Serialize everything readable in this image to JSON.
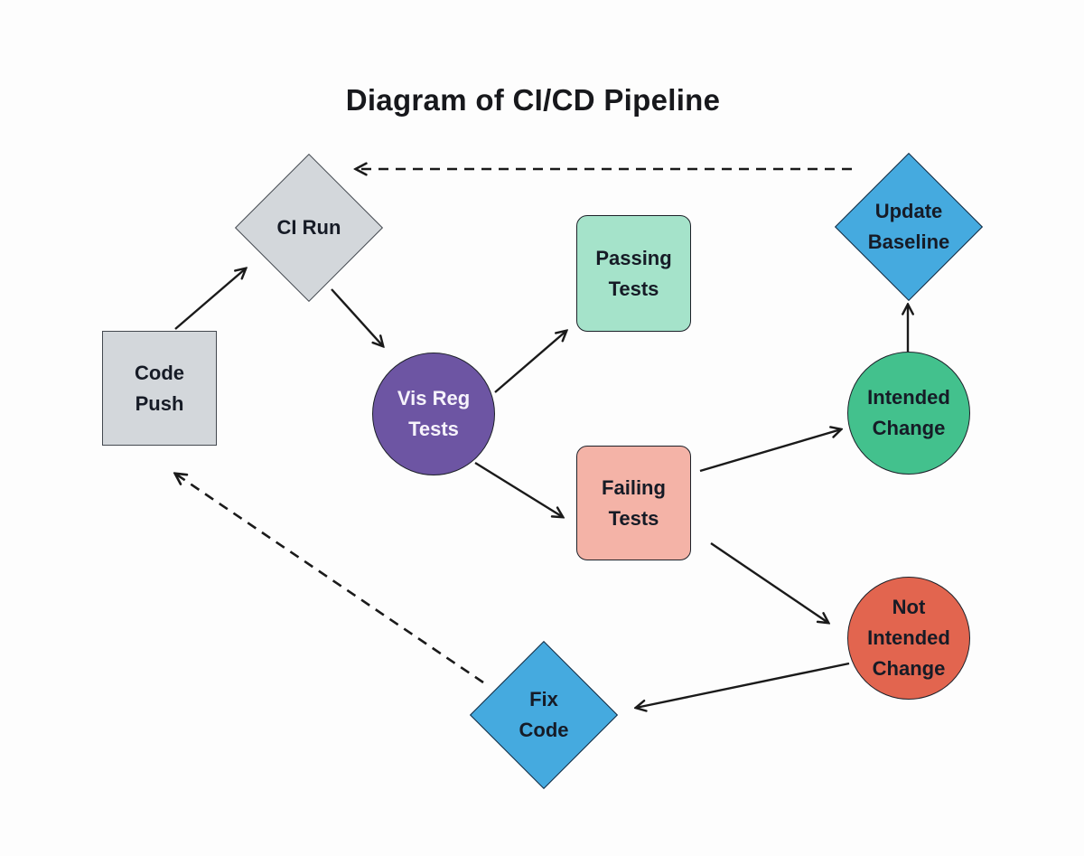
{
  "title": "Diagram of CI/CD Pipeline",
  "nodes": {
    "code_push": {
      "label": "Code\nPush",
      "shape": "square",
      "fill": "#d3d7db"
    },
    "ci_run": {
      "label": "CI Run",
      "shape": "diamond",
      "fill": "#d3d7db"
    },
    "vis_reg_tests": {
      "label": "Vis Reg\nTests",
      "shape": "circle",
      "fill": "#6d55a3"
    },
    "passing_tests": {
      "label": "Passing\nTests",
      "shape": "rounded-square",
      "fill": "#a5e3ca"
    },
    "failing_tests": {
      "label": "Failing\nTests",
      "shape": "rounded-square",
      "fill": "#f4b3a7"
    },
    "intended_change": {
      "label": "Intended\nChange",
      "shape": "circle",
      "fill": "#43c18d"
    },
    "not_intended_change": {
      "label": "Not\nIntended\nChange",
      "shape": "circle",
      "fill": "#e2654f"
    },
    "update_baseline": {
      "label": "Update\nBaseline",
      "shape": "diamond",
      "fill": "#45aadf"
    },
    "fix_code": {
      "label": "Fix\nCode",
      "shape": "diamond",
      "fill": "#45aadf"
    }
  },
  "edges": [
    {
      "from": "Code Push",
      "to": "CI Run",
      "style": "solid"
    },
    {
      "from": "CI Run",
      "to": "Vis Reg Tests",
      "style": "solid"
    },
    {
      "from": "Vis Reg Tests",
      "to": "Passing Tests",
      "style": "solid"
    },
    {
      "from": "Vis Reg Tests",
      "to": "Failing Tests",
      "style": "solid"
    },
    {
      "from": "Failing Tests",
      "to": "Intended Change",
      "style": "solid"
    },
    {
      "from": "Failing Tests",
      "to": "Not Intended Change",
      "style": "solid"
    },
    {
      "from": "Intended Change",
      "to": "Update Baseline",
      "style": "solid"
    },
    {
      "from": "Not Intended Change",
      "to": "Fix Code",
      "style": "solid"
    },
    {
      "from": "Update Baseline",
      "to": "CI Run",
      "style": "dashed"
    },
    {
      "from": "Fix Code",
      "to": "Code Push",
      "style": "dashed"
    }
  ],
  "colors": {
    "background": "#fdfdfd",
    "gray_node": "#d3d7db",
    "purple_node": "#6d55a3",
    "mint_node": "#a5e3ca",
    "salmon_node": "#f4b3a7",
    "green_node": "#43c18d",
    "red_node": "#e2654f",
    "blue_node": "#45aadf",
    "arrow": "#1a1a1a",
    "text_dark": "#161b26",
    "text_light": "#f6f3fb"
  }
}
